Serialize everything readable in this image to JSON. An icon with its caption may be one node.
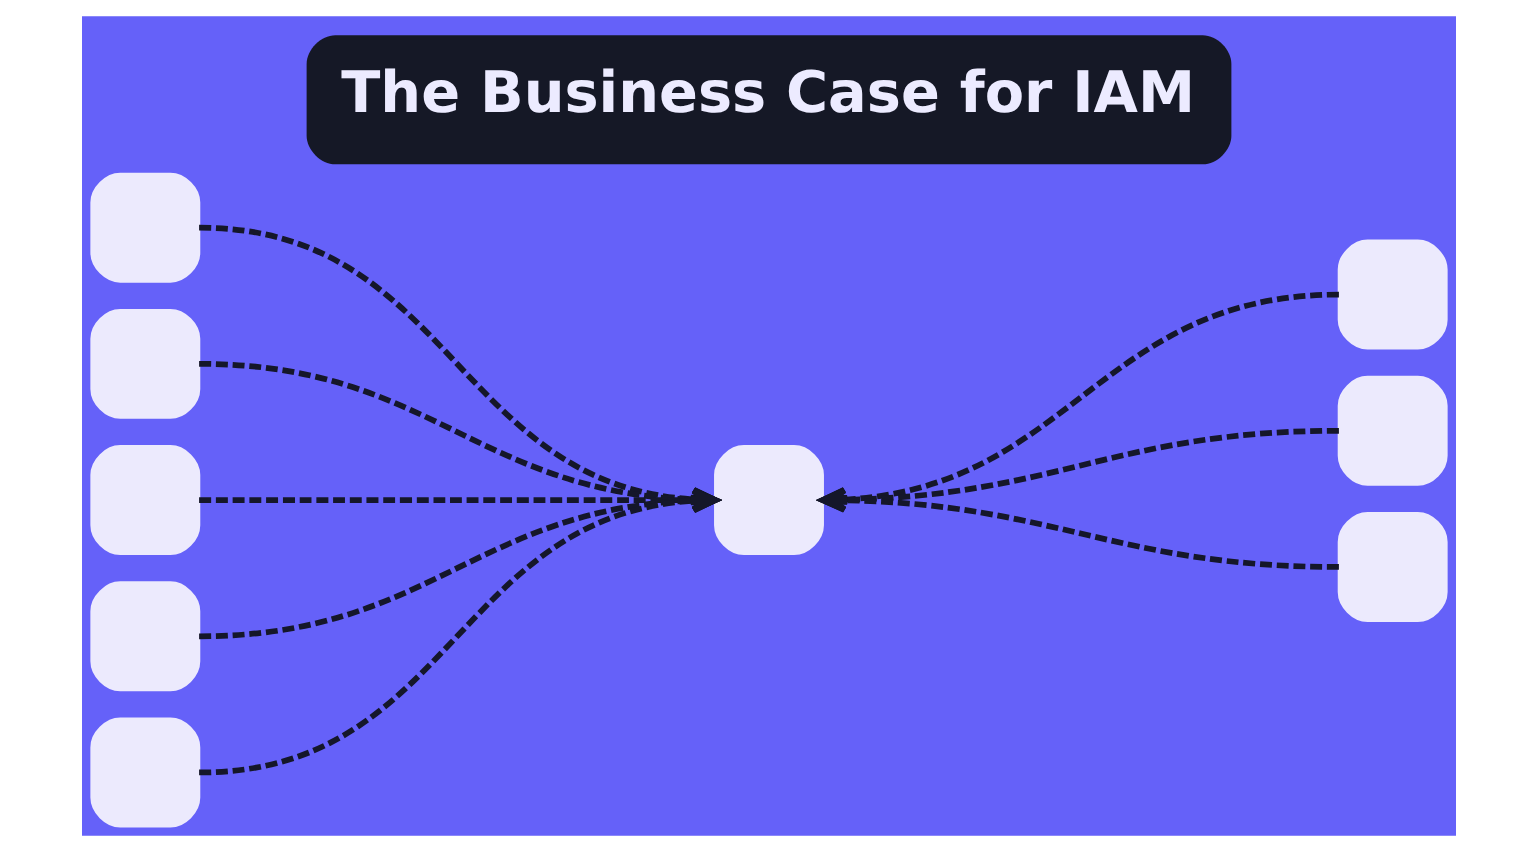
{
  "diagram": {
    "title": "The Business Case for IAM",
    "nodes": [
      {
        "text": [],
        "shape": "box"
      },
      {
        "text": [],
        "shape": "box"
      },
      {
        "text": [],
        "shape": "box"
      },
      {
        "text": [],
        "shape": "box"
      },
      {
        "text": [],
        "shape": "box"
      },
      {
        "text": [],
        "shape": "box"
      },
      {
        "text": [],
        "shape": "box"
      },
      {
        "text": [],
        "shape": "box"
      },
      {
        "text": [],
        "shape": "box"
      }
    ],
    "edges": [
      {
        "from": 0,
        "to": 5,
        "arrow": "to",
        "style": "dashed"
      },
      {
        "from": 1,
        "to": 5,
        "arrow": "to",
        "style": "dashed"
      },
      {
        "from": 2,
        "to": 5,
        "arrow": "to",
        "style": "dashed"
      },
      {
        "from": 3,
        "to": 5,
        "arrow": "to",
        "style": "dashed"
      },
      {
        "from": 4,
        "to": 5,
        "arrow": "to",
        "style": "dashed"
      },
      {
        "from": 6,
        "to": 5,
        "arrow": "to",
        "style": "dashed"
      },
      {
        "from": 7,
        "to": 5,
        "arrow": "to",
        "style": "dashed"
      },
      {
        "from": 8,
        "to": 5,
        "arrow": "to",
        "style": "dashed"
      }
    ]
  }
}
